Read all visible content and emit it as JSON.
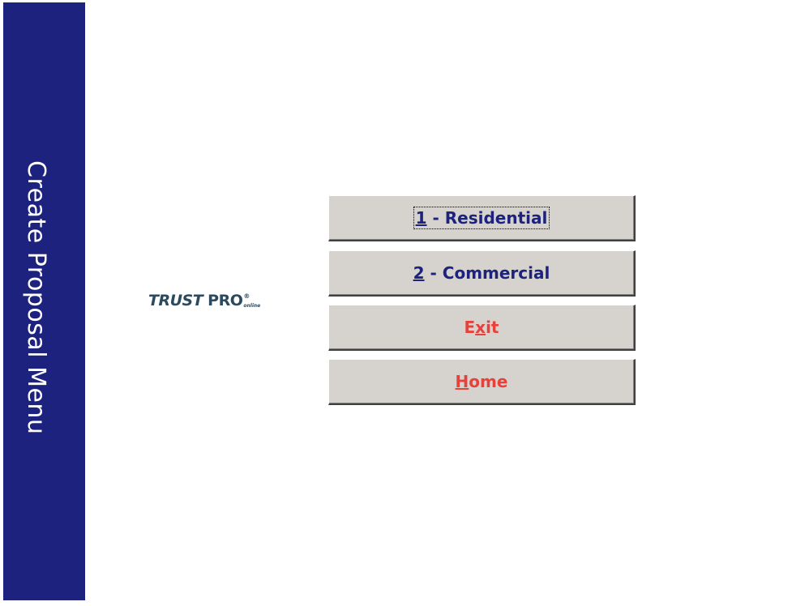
{
  "sidebar": {
    "title": "Create Proposal Menu",
    "background_color": "#1c227e"
  },
  "logo": {
    "trust": "TRUST",
    "pro": "PRO",
    "registered": "®",
    "online": "online"
  },
  "menu": {
    "residential": {
      "hotkey": "1",
      "rest": " - Residential",
      "focused": true
    },
    "commercial": {
      "hotkey": "2",
      "rest": " - Commercial"
    },
    "exit": {
      "before": "E",
      "hotkey": "x",
      "after": "it"
    },
    "home": {
      "hotkey": "H",
      "after": "ome"
    }
  },
  "colors": {
    "button_face": "#d6d3ce",
    "primary_text": "#1c227e",
    "danger_text": "#e8403a"
  }
}
